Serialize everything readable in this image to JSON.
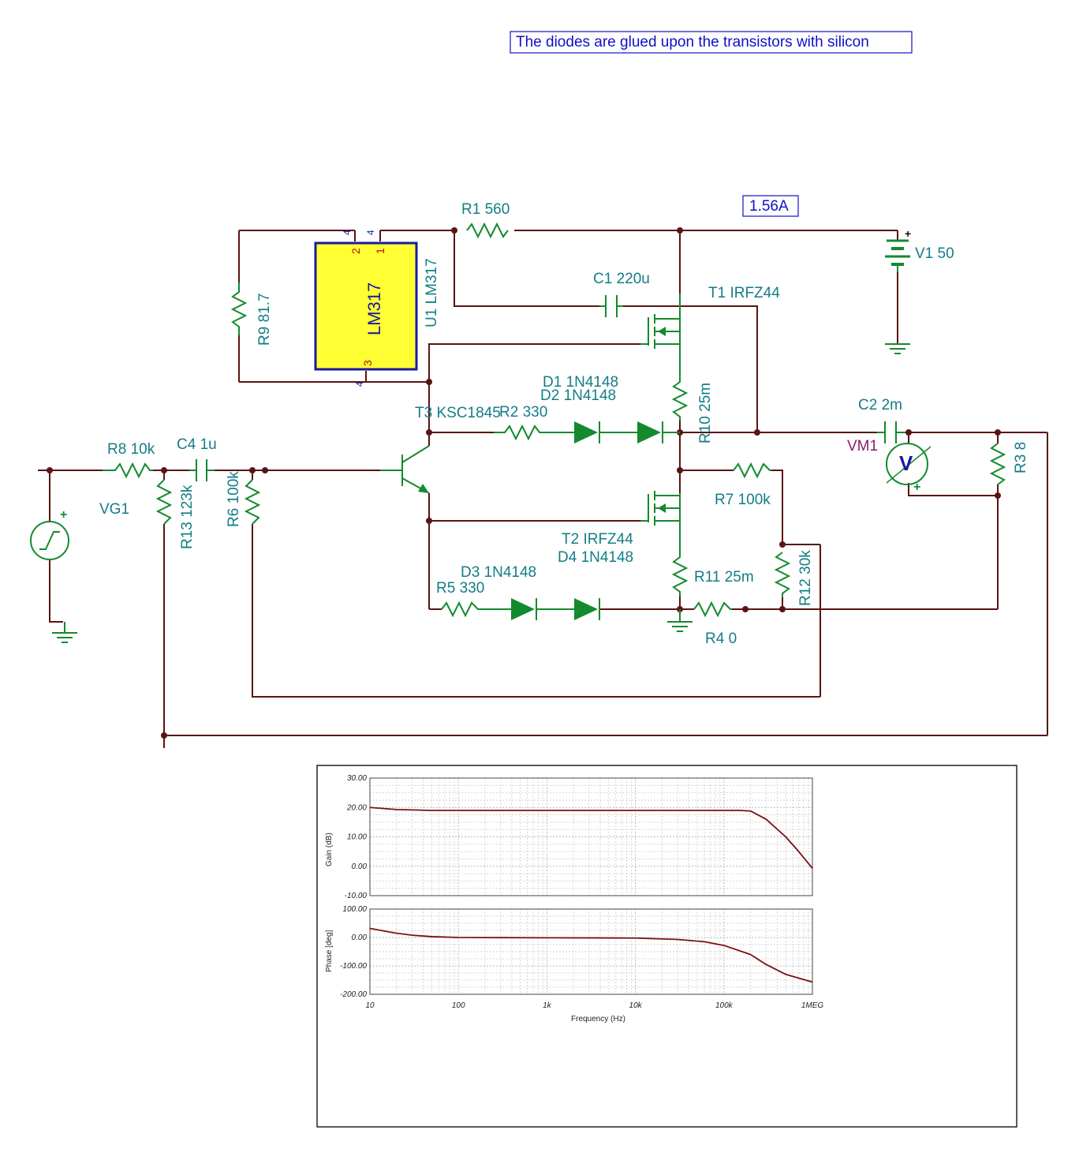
{
  "note": "The diodes are glued upon the transistors with silicon",
  "current_label": "1.56A",
  "components": {
    "r1": "R1 560",
    "r2": "R2 330",
    "r3": "R3 8",
    "r4": "R4 0",
    "r5": "R5 330",
    "r6": "R6 100k",
    "r7": "R7 100k",
    "r8": "R8 10k",
    "r9": "R9 81.7",
    "r10": "R10 25m",
    "r11": "R11 25m",
    "r12": "R12 30k",
    "r13": "R13 123k",
    "c1": "C1 220u",
    "c2": "C2 2m",
    "c4": "C4 1u",
    "v1": "V1 50",
    "vg1": "VG1",
    "vm1": "VM1",
    "t1": "T1 IRFZ44",
    "t2": "T2 IRFZ44",
    "t3": "T3 KSC1845",
    "d1": "D1 1N4148",
    "d2": "D2 1N4148",
    "d3": "D3 1N4148",
    "d4": "D4 1N4148",
    "u1": "U1 LM317",
    "u1_body": "LM317",
    "u1_pin_2": "2",
    "u1_pin_1": "1",
    "u1_pin_3": "3",
    "u1_node_4a": "4",
    "u1_node_4b": "4",
    "u1_node_4c": "4",
    "v_symbol": "V",
    "plus": "+"
  },
  "colors": {
    "wire": "#5a1414",
    "component": "#138a2e",
    "label": "#137d87",
    "ic_fill": "#ffff33",
    "ic_border": "#1a1aa0",
    "note": "#1010c8",
    "trace": "#7a1010"
  },
  "chart_data": [
    {
      "type": "line",
      "xscale": "log",
      "xlim": [
        10,
        1000000
      ],
      "ylim": [
        -10,
        30
      ],
      "ylabel": "Gain (dB)",
      "xlabel": "",
      "yticks": [
        "30.00",
        "20.00",
        "10.00",
        "0.00",
        "-10.00"
      ],
      "x": [
        10,
        20,
        50,
        100,
        1000,
        10000,
        100000,
        150000,
        200000,
        300000,
        500000,
        700000,
        1000000
      ],
      "series": [
        {
          "values": [
            20,
            19.3,
            19,
            19,
            19,
            19,
            19,
            19,
            18.8,
            16,
            10,
            5,
            -0.7
          ]
        }
      ]
    },
    {
      "type": "line",
      "xscale": "log",
      "xlim": [
        10,
        1000000
      ],
      "ylim": [
        -200,
        100
      ],
      "ylabel": "Phase [deg]",
      "xlabel": "Frequency (Hz)",
      "yticks": [
        "100.00",
        "0.00",
        "-100.00",
        "-200.00"
      ],
      "xticks": [
        "10",
        "100",
        "1k",
        "10k",
        "100k",
        "1MEG"
      ],
      "x": [
        10,
        15,
        20,
        30,
        50,
        100,
        1000,
        10000,
        30000,
        60000,
        100000,
        200000,
        300000,
        500000,
        1000000
      ],
      "series": [
        {
          "values": [
            32,
            22,
            15,
            8,
            3,
            0,
            -1,
            -2,
            -7,
            -15,
            -28,
            -60,
            -95,
            -130,
            -157
          ]
        }
      ]
    }
  ]
}
